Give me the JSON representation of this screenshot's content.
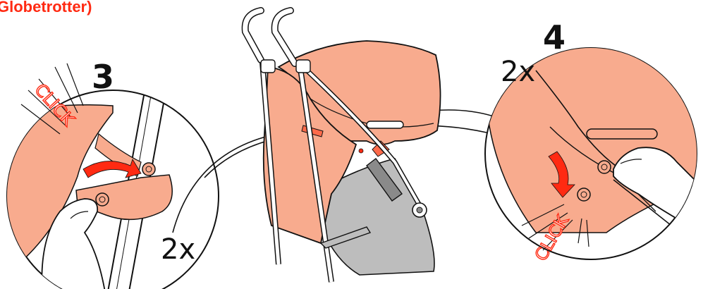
{
  "header": {
    "text": "Globetrotter)"
  },
  "steps": [
    {
      "number": "3",
      "multiplier": "2x",
      "sound": "CLICK"
    },
    {
      "number": "4",
      "multiplier": "2x",
      "sound": "CLICK"
    }
  ],
  "colors": {
    "fabric": "#f8ab8e",
    "accent": "#ff2a12",
    "ink": "#111111",
    "seat": "#bdbdbd"
  }
}
